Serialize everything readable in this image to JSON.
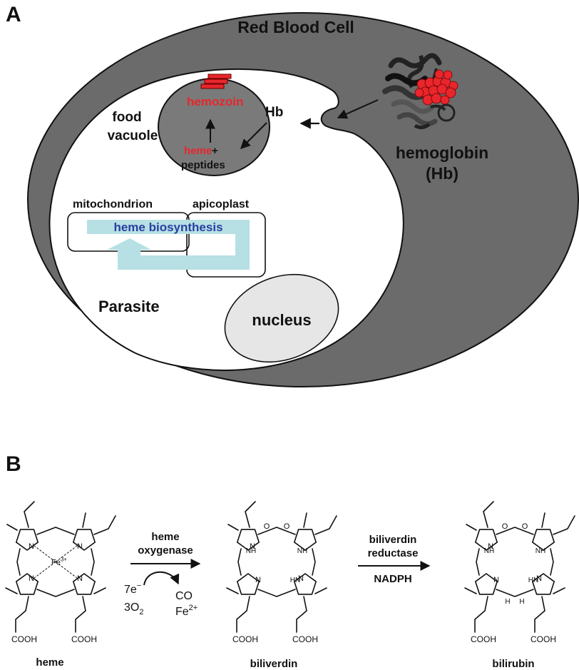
{
  "panel_a": {
    "letter": "A",
    "cell_title": "Red Blood Cell",
    "food_vacuole": "food\nvacuole",
    "hemozoin": "hemozoin",
    "hb_short": "Hb",
    "heme": "heme",
    "plus": "+",
    "peptides": "peptides",
    "hemoglobin": "hemoglobin",
    "hemoglobin_abbr": "(Hb)",
    "mitochondrion": "mitochondrion",
    "apicoplast": "apicoplast",
    "heme_biosynthesis": "heme biosynthesis",
    "parasite": "Parasite",
    "nucleus": "nucleus"
  },
  "panel_b": {
    "letter": "B",
    "step1_enzyme_line1": "heme",
    "step1_enzyme_line2": "oxygenase",
    "step1_in_1": "7e",
    "step1_in_1_sup": "−",
    "step1_in_2": "3O",
    "step1_in_2_sub": "2",
    "step1_out_1": "CO",
    "step1_out_2": "Fe",
    "step1_out_2_sup": "2+",
    "step2_enzyme_line1": "biliverdin",
    "step2_enzyme_line2": "reductase",
    "step2_cofactor": "NADPH",
    "compound_1": "heme",
    "compound_2": "biliverdin",
    "compound_3": "bilirubin",
    "atom_N": "N",
    "atom_NH": "NH",
    "atom_HN": "HN",
    "atom_H": "H",
    "atom_O": "O",
    "atom_Fe": "Fe",
    "atom_Fe_sup": "3+",
    "cooh": "COOH"
  },
  "colors": {
    "cell_gray": "#6b6b6b",
    "vacuole_gray": "#7a7a7a",
    "accent_red": "#e8262c",
    "accent_blue": "#2b3fa0",
    "pathway_light_blue": "#b6e0e4",
    "nucleus_fill": "#e6e6e6"
  }
}
